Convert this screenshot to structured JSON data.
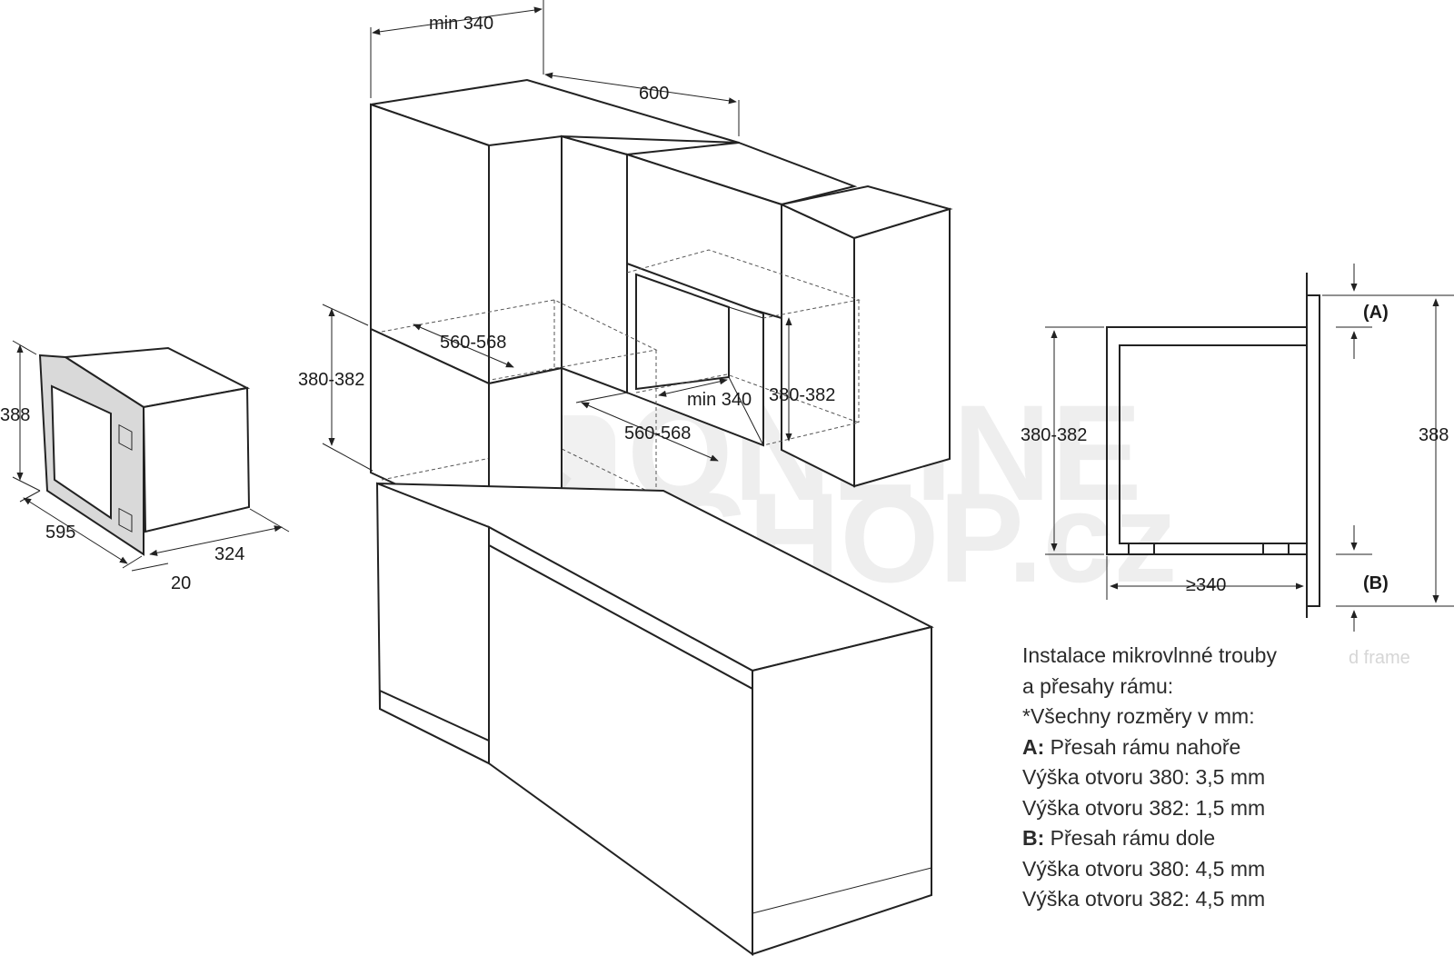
{
  "watermark": {
    "line1": "ONLINE",
    "line2": "SHOP.cz"
  },
  "appliance_dims": {
    "height": "388",
    "width": "595",
    "depth": "324",
    "frame": "20"
  },
  "cabinet_dims": {
    "top_depth": "min 340",
    "top_width": "600",
    "left_niche_width": "560-568",
    "left_niche_height": "380-382",
    "right_niche_depth": "min 340",
    "right_niche_height": "380-382",
    "right_niche_width": "560-568"
  },
  "section_dims": {
    "opening_height": "380-382",
    "depth": "≥340",
    "total_height": "388",
    "label_a": "(A)",
    "label_b": "(B)",
    "faded_text": "d frame"
  },
  "notes": {
    "line1": "Instalace mikrovlnné trouby",
    "line2": "a přesahy rámu:",
    "line3": "*Všechny rozměry v mm:",
    "a_prefix": "A:",
    "a_text": " Přesah rámu nahoře",
    "a_380": "Výška otvoru 380: 3,5 mm",
    "a_382": "Výška otvoru 382: 1,5 mm",
    "b_prefix": "B:",
    "b_text": " Přesah rámu dole",
    "b_380": "Výška otvoru 380: 4,5 mm",
    "b_382": "Výška otvoru 382: 4,5 mm"
  }
}
